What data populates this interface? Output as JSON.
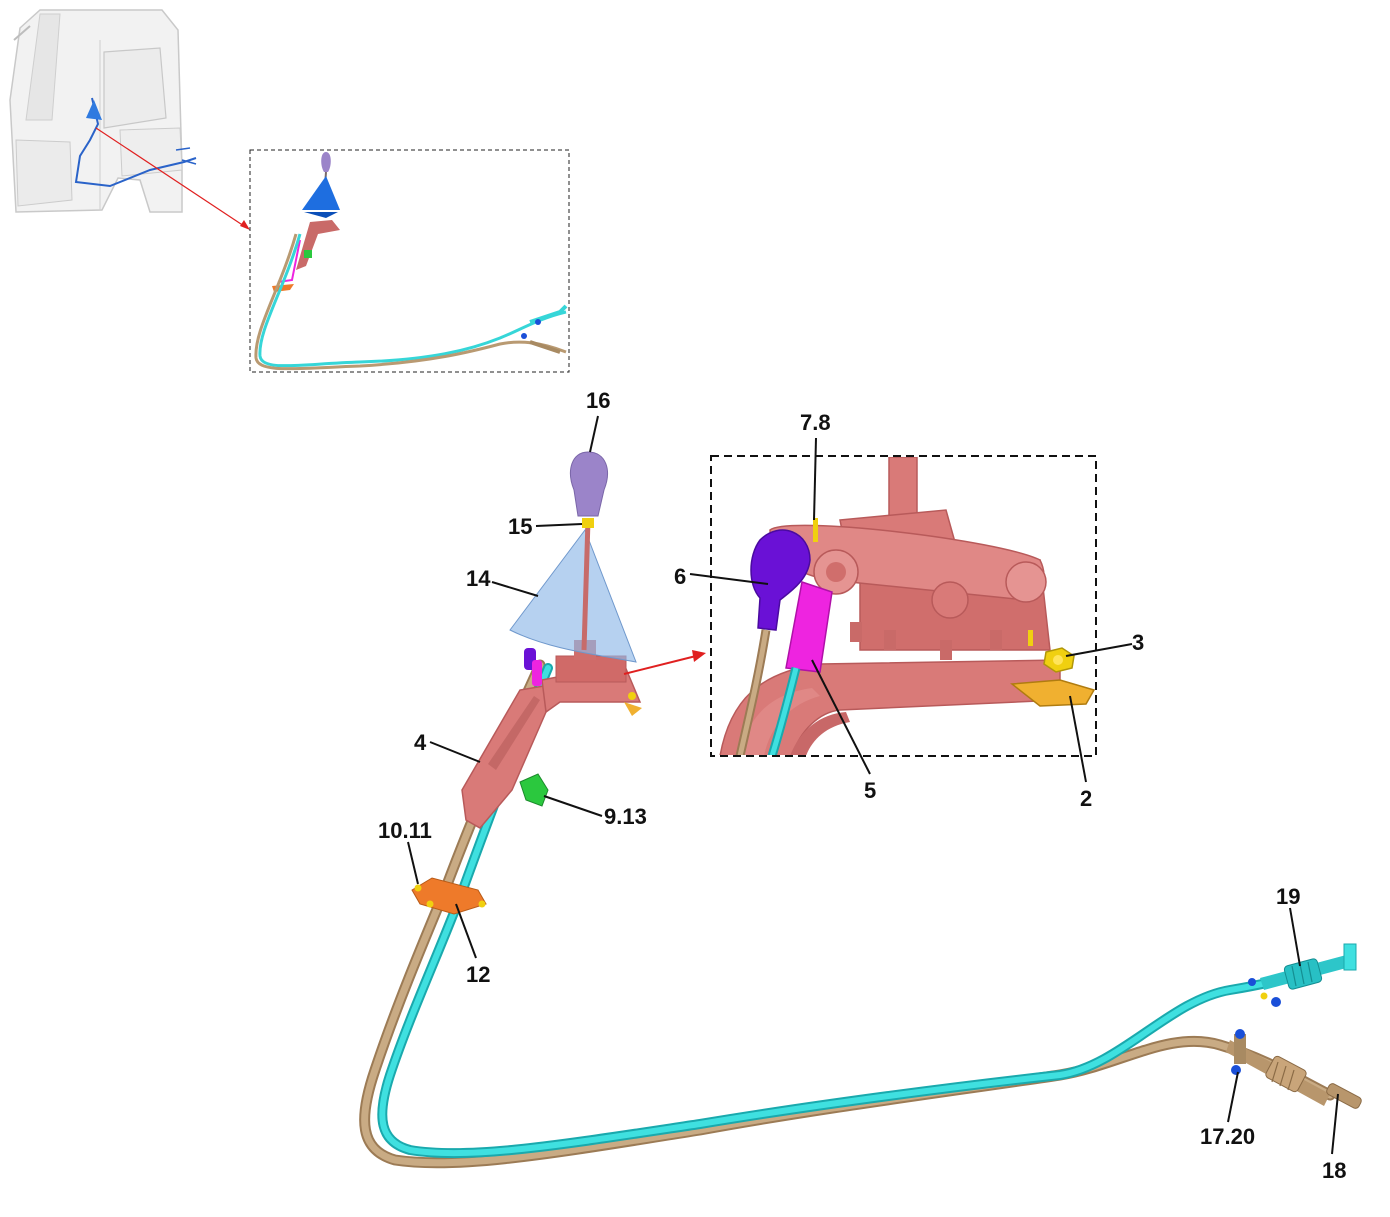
{
  "callouts": {
    "c16": "16",
    "c15": "15",
    "c14": "14",
    "c78": "7.8",
    "c6": "6",
    "c3": "3",
    "c4": "4",
    "c5": "5",
    "c2": "2",
    "c913": "9.13",
    "c1011": "10.11",
    "c12": "12",
    "c19": "19",
    "c1720": "17.20",
    "c18": "18"
  },
  "colors": {
    "bracket": "#d97a78",
    "bracket_dark": "#b85a5a",
    "cable_tan": "#c4a47c",
    "cable_tan_dark": "#9c7b55",
    "cable_cyan": "#36d6d8",
    "cable_cyan_dark": "#1aa9ad",
    "knob": "#9b84c9",
    "boot": "#8fb8e8",
    "end_purple": "#6a11d6",
    "end_magenta": "#ee24e0",
    "nut_yellow": "#f0d010",
    "plate_gold": "#f0b030",
    "clip_green": "#2bc83e",
    "plate_orange": "#ee7a2a",
    "fastener_blue": "#1a4fd8",
    "pointer_red": "#e02020",
    "truck_grey": "#d4d4d4"
  },
  "icons": [
    "truck-cab-icon",
    "gear-knob-icon",
    "gear-boot-icon",
    "shift-bracket-icon",
    "cable-icon"
  ]
}
